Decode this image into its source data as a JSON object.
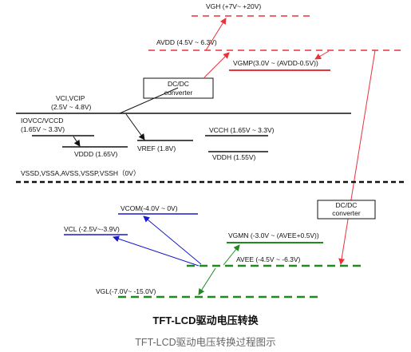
{
  "diagram": {
    "labels": {
      "vgh": "VGH (+7V~ +20V)",
      "avdd": "AVDD (4.5V ~ 6.3V)",
      "vgmp": "VGMP(3.0V ~ (AVDD-0.5V))",
      "vci_name": "VCI,VCIP",
      "vci_range": "(2.5V ~ 4.8V)",
      "iovcc_name": "IOVCC/VCCD",
      "iovcc_range": "(1.65V ~ 3.3V)",
      "vddd": "VDDD (1.65V)",
      "vref": "VREF (1.8V)",
      "vcch": "VCCH (1.65V ~ 3.3V)",
      "vddh": "VDDH (1.55V)",
      "vss": "VSSD,VSSA,AVSS,VSSP,VSSH（0V）",
      "vcom": "VCOM(-4.0V ~ 0V)",
      "vcl": "VCL (-2.5V~-3.9V)",
      "vgmn": "VGMN (-3.0V ~ (AVEE+0.5V))",
      "avee": "AVEE (-4.5V ~ -6.3V)",
      "vgl": "VGL(-7.0V~ -15.0V)"
    },
    "boxes": {
      "dcdc_upper_line1": "DC/DC",
      "dcdc_upper_line2": "converter",
      "dcdc_right_line1": "DC/DC",
      "dcdc_right_line2": "converter"
    },
    "colors": {
      "positive_rail": "#e8323c",
      "negative_rail": "#1f8a1f",
      "vci_derived": "#1a1acc",
      "ground_rail": "#111111"
    }
  },
  "title": "TFT-LCD驱动电压转换",
  "caption": "TFT-LCD驱动电压转换过程图示"
}
